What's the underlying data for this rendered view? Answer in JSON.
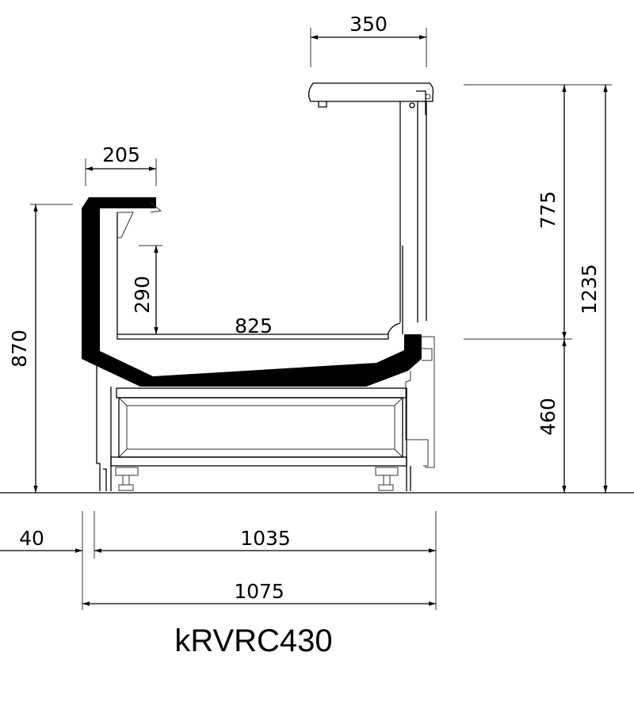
{
  "drawing": {
    "model": "kRVRC430",
    "dimensions": {
      "canopy_depth": "350",
      "front_top_depth": "205",
      "display_height": "290",
      "display_depth": "825",
      "front_height": "870",
      "canopy_height": "775",
      "total_height": "1235",
      "base_height": "460",
      "bumper": "40",
      "body_depth": "1035",
      "total_depth": "1075"
    }
  }
}
